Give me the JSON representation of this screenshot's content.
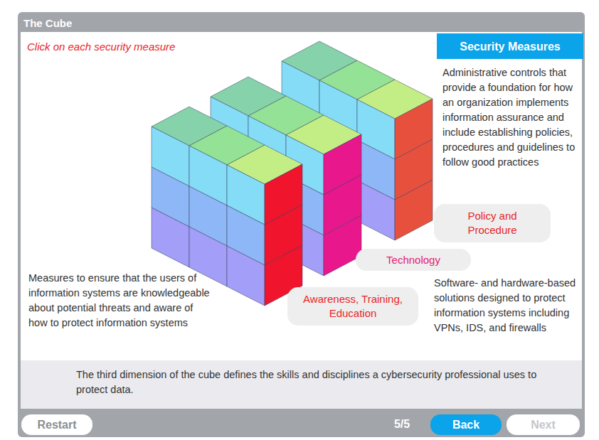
{
  "diagram": {
    "title": "The Cube",
    "caption": "The third dimension of the cube defines the skills and disciplines a cybersecurity professional uses to protect data.",
    "nodes": [
      {
        "text": [
          "Security Measures"
        ]
      },
      {
        "text": [
          "Policy and Procedure"
        ]
      },
      {
        "text": [
          "Technology"
        ]
      },
      {
        "text": [
          "Awareness, Training, Education"
        ]
      },
      {
        "text": [
          "Restart"
        ]
      },
      {
        "text": [
          "Back"
        ]
      },
      {
        "text": [
          "Next"
        ]
      }
    ],
    "labels": [
      "Click on each security measure",
      "Administrative controls that provide a foundation for how an organization implements information assurance and include establishing policies, procedures and guidelines to follow good practices",
      "Software- and hardware-based solutions designed to protect information systems including VPNs, IDS, and firewalls",
      "Measures to ensure that the users of information systems are knowledgeable about potential threats and aware of how to protect information systems",
      "5/5"
    ]
  }
}
